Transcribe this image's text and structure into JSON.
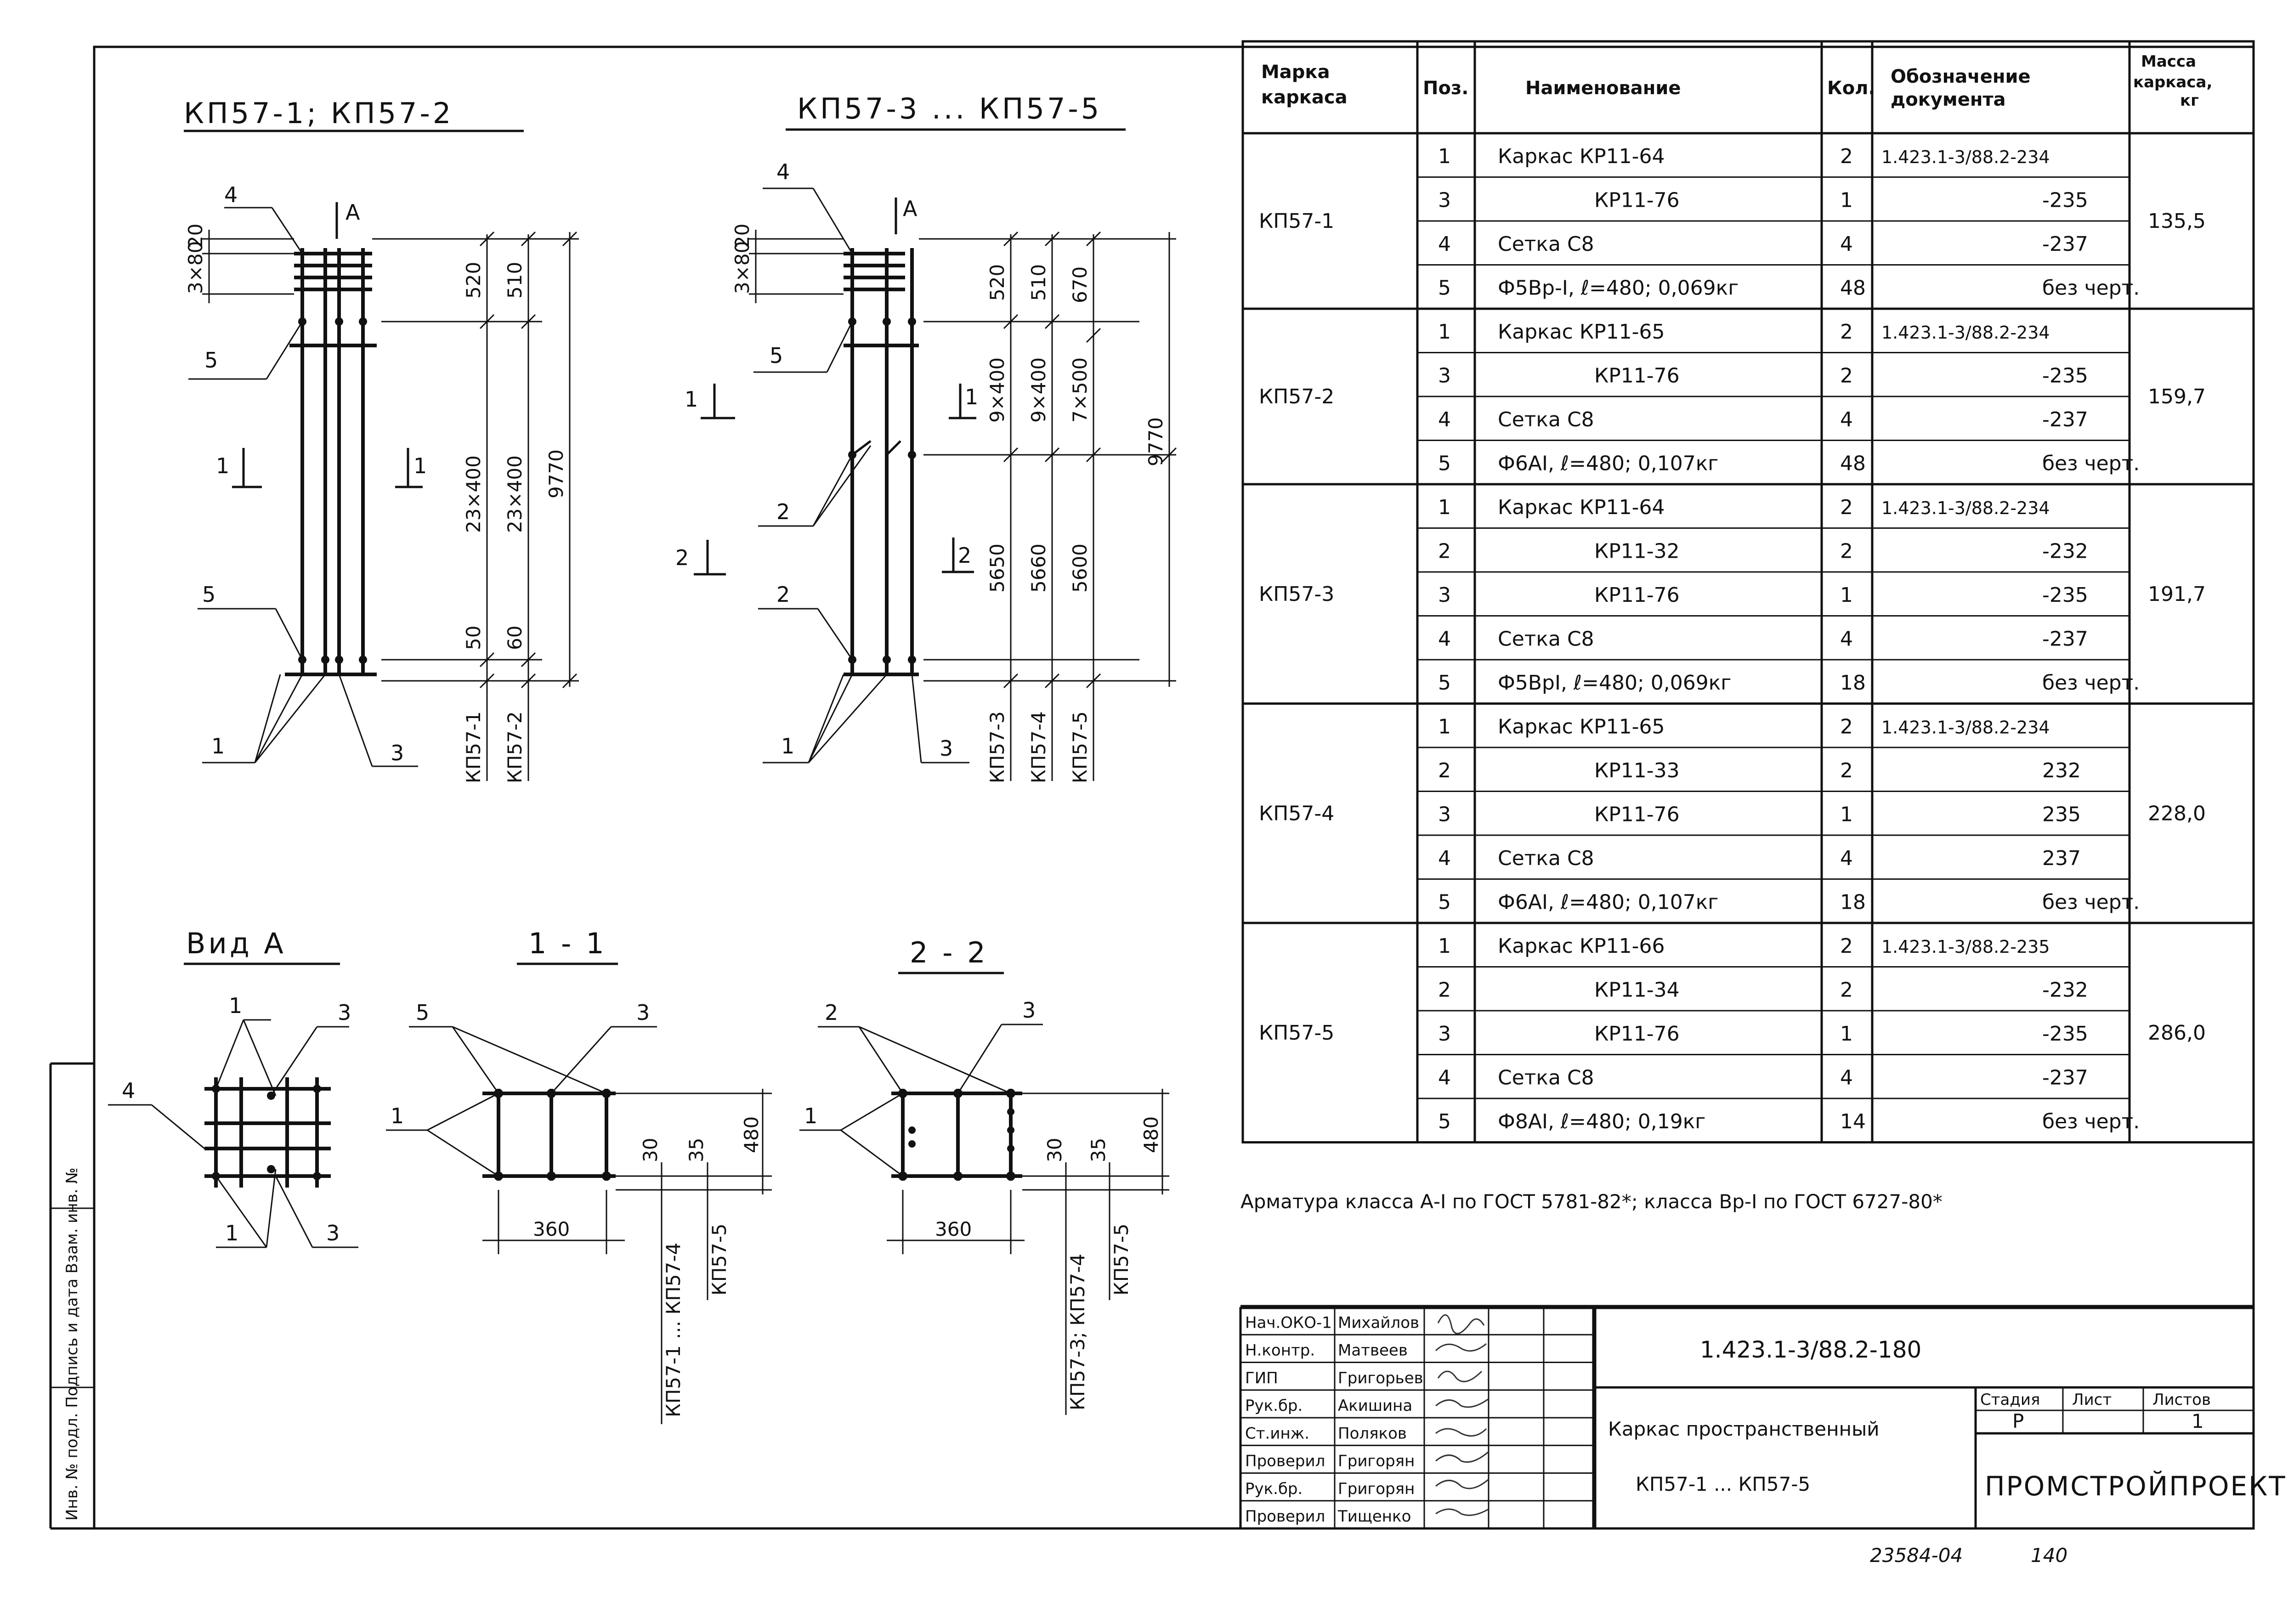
{
  "titles": {
    "view_top_left": "КП57-1; КП57-2",
    "view_top_right": "КП57-3 ... КП57-5",
    "view_a": "Вид А",
    "section_1_1": "1 - 1",
    "section_2_2": "2 - 2"
  },
  "labels": {
    "a": "А",
    "one": "1",
    "two": "2",
    "three": "3",
    "four": "4",
    "five": "5"
  },
  "dims_left": {
    "d20": "20",
    "d3x80": "3×80",
    "d520": "520",
    "d510": "510",
    "d9770": "9770",
    "d23x400": "23×400",
    "d50": "50",
    "d60": "60",
    "kp57_1": "КП57-1",
    "kp57_2": "КП57-2"
  },
  "dims_right": {
    "d20": "20",
    "d3x80": "3×80",
    "d520": "520",
    "d510": "510",
    "d670": "670",
    "d9x400": "9×400",
    "d7x500": "7×500",
    "d9770": "9770",
    "d5650": "5650",
    "d5660": "5660",
    "d5600": "5600",
    "kp57_3": "КП57-3",
    "kp57_4": "КП57-4",
    "kp57_5": "КП57-5"
  },
  "dims_sections": {
    "d30": "30",
    "d35": "35",
    "d480": "480",
    "d360": "360",
    "range_1": "КП57-1 ... КП57-4",
    "kp57_5": "КП57-5",
    "range_2": "КП57-3; КП57-4"
  },
  "spec": {
    "headers": {
      "mark": "Марка каркаса",
      "pos": "Поз.",
      "name": "Наименование",
      "qty": "Кол.",
      "doc": "Обозначение документа",
      "mass": "Масса каркаса, кг"
    },
    "groups": [
      {
        "mark": "КП57-1",
        "mass": "135,5",
        "rows": [
          {
            "pos": "1",
            "name": "Каркас КР11-64",
            "qty": "2",
            "doc": "1.423.1-3/88.2-234"
          },
          {
            "pos": "3",
            "name": "КР11-76",
            "qty": "1",
            "doc": "-235"
          },
          {
            "pos": "4",
            "name": "Сетка С8",
            "qty": "4",
            "doc": "-237"
          },
          {
            "pos": "5",
            "name": "Ф5Вр-I, ℓ=480; 0,069кг",
            "qty": "48",
            "doc": "без черт."
          }
        ]
      },
      {
        "mark": "КП57-2",
        "mass": "159,7",
        "rows": [
          {
            "pos": "1",
            "name": "Каркас КР11-65",
            "qty": "2",
            "doc": "1.423.1-3/88.2-234"
          },
          {
            "pos": "3",
            "name": "КР11-76",
            "qty": "2",
            "doc": "-235"
          },
          {
            "pos": "4",
            "name": "Сетка С8",
            "qty": "4",
            "doc": "-237"
          },
          {
            "pos": "5",
            "name": "Ф6АI, ℓ=480; 0,107кг",
            "qty": "48",
            "doc": "без черт."
          }
        ]
      },
      {
        "mark": "КП57-3",
        "mass": "191,7",
        "rows": [
          {
            "pos": "1",
            "name": "Каркас КР11-64",
            "qty": "2",
            "doc": "1.423.1-3/88.2-234"
          },
          {
            "pos": "2",
            "name": "КР11-32",
            "qty": "2",
            "doc": "-232"
          },
          {
            "pos": "3",
            "name": "КР11-76",
            "qty": "1",
            "doc": "-235"
          },
          {
            "pos": "4",
            "name": "Сетка С8",
            "qty": "4",
            "doc": "-237"
          },
          {
            "pos": "5",
            "name": "Ф5ВрI, ℓ=480; 0,069кг",
            "qty": "18",
            "doc": "без черт."
          }
        ]
      },
      {
        "mark": "КП57-4",
        "mass": "228,0",
        "rows": [
          {
            "pos": "1",
            "name": "Каркас КР11-65",
            "qty": "2",
            "doc": "1.423.1-3/88.2-234"
          },
          {
            "pos": "2",
            "name": "КР11-33",
            "qty": "2",
            "doc": "232"
          },
          {
            "pos": "3",
            "name": "КР11-76",
            "qty": "1",
            "doc": "235"
          },
          {
            "pos": "4",
            "name": "Сетка С8",
            "qty": "4",
            "doc": "237"
          },
          {
            "pos": "5",
            "name": "Ф6АI, ℓ=480; 0,107кг",
            "qty": "18",
            "doc": "без черт."
          }
        ]
      },
      {
        "mark": "КП57-5",
        "mass": "286,0",
        "rows": [
          {
            "pos": "1",
            "name": "Каркас КР11-66",
            "qty": "2",
            "doc": "1.423.1-3/88.2-235"
          },
          {
            "pos": "2",
            "name": "КР11-34",
            "qty": "2",
            "doc": "-232"
          },
          {
            "pos": "3",
            "name": "КР11-76",
            "qty": "1",
            "doc": "-235"
          },
          {
            "pos": "4",
            "name": "Сетка С8",
            "qty": "4",
            "doc": "-237"
          },
          {
            "pos": "5",
            "name": "Ф8АI, ℓ=480; 0,19кг",
            "qty": "14",
            "doc": "без черт."
          }
        ]
      }
    ]
  },
  "note": "Арматура класса А-I по ГОСТ 5781-82*; класса Вр-I по ГОСТ 6727-80*",
  "stamp": {
    "people": [
      {
        "role": "Нач.ОКО-1",
        "name": "Михайлов"
      },
      {
        "role": "Н.контр.",
        "name": "Матвеев"
      },
      {
        "role": "ГИП",
        "name": "Григорьев"
      },
      {
        "role": "Рук.бр.",
        "name": "Акишина"
      },
      {
        "role": "Ст.инж.",
        "name": "Поляков"
      },
      {
        "role": "Проверил",
        "name": "Григорян"
      },
      {
        "role": "Рук.бр.",
        "name": "Григорян"
      },
      {
        "role": "Проверил",
        "name": "Тищенко"
      }
    ],
    "doc_code": "1.423.1-3/88.2-180",
    "title_line1": "Каркас пространственный",
    "title_line2": "КП57-1 ... КП57-5",
    "stage_label": "Стадия",
    "sheet_label": "Лист",
    "sheets_label": "Листов",
    "stage": "Р",
    "sheets": "1",
    "org": "ПРОМСТРОЙПРОЕКТ"
  },
  "side_stamp": "Инв. № подл.   Подпись и дата   Взам. инв. №",
  "footer": {
    "code": "23584-04",
    "page": "140"
  }
}
